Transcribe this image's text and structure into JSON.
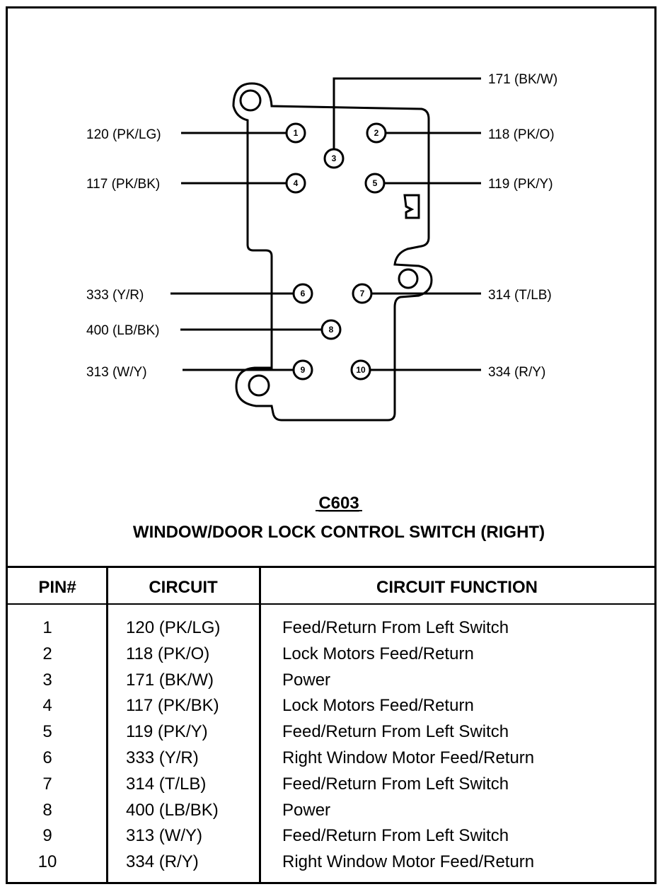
{
  "connector": {
    "id": "C603",
    "name": "WINDOW/DOOR LOCK CONTROL SWITCH (RIGHT)"
  },
  "pins": [
    {
      "num": "1",
      "label": "120 (PK/LG)"
    },
    {
      "num": "2",
      "label": "118 (PK/O)"
    },
    {
      "num": "3",
      "label": "171 (BK/W)"
    },
    {
      "num": "4",
      "label": "117 (PK/BK)"
    },
    {
      "num": "5",
      "label": "119 (PK/Y)"
    },
    {
      "num": "6",
      "label": "333 (Y/R)"
    },
    {
      "num": "7",
      "label": "314 (T/LB)"
    },
    {
      "num": "8",
      "label": "400 (LB/BK)"
    },
    {
      "num": "9",
      "label": "313 (W/Y)"
    },
    {
      "num": "10",
      "label": "334 (R/Y)"
    }
  ],
  "table": {
    "headers": [
      "PIN#",
      "CIRCUIT",
      "CIRCUIT FUNCTION"
    ],
    "rows": [
      [
        "1",
        "120 (PK/LG)",
        "Feed/Return From Left Switch"
      ],
      [
        "2",
        "118 (PK/O)",
        "Lock Motors Feed/Return"
      ],
      [
        "3",
        "171 (BK/W)",
        "Power"
      ],
      [
        "4",
        "117 (PK/BK)",
        "Lock Motors Feed/Return"
      ],
      [
        "5",
        "119 (PK/Y)",
        "Feed/Return From Left Switch"
      ],
      [
        "6",
        "333 (Y/R)",
        "Right Window Motor Feed/Return"
      ],
      [
        "7",
        "314 (T/LB)",
        "Feed/Return From Left Switch"
      ],
      [
        "8",
        "400 (LB/BK)",
        "Power"
      ],
      [
        "9",
        "313 (W/Y)",
        "Feed/Return From Left Switch"
      ],
      [
        "10",
        "334 (R/Y)",
        "Right Window Motor Feed/Return"
      ]
    ]
  }
}
